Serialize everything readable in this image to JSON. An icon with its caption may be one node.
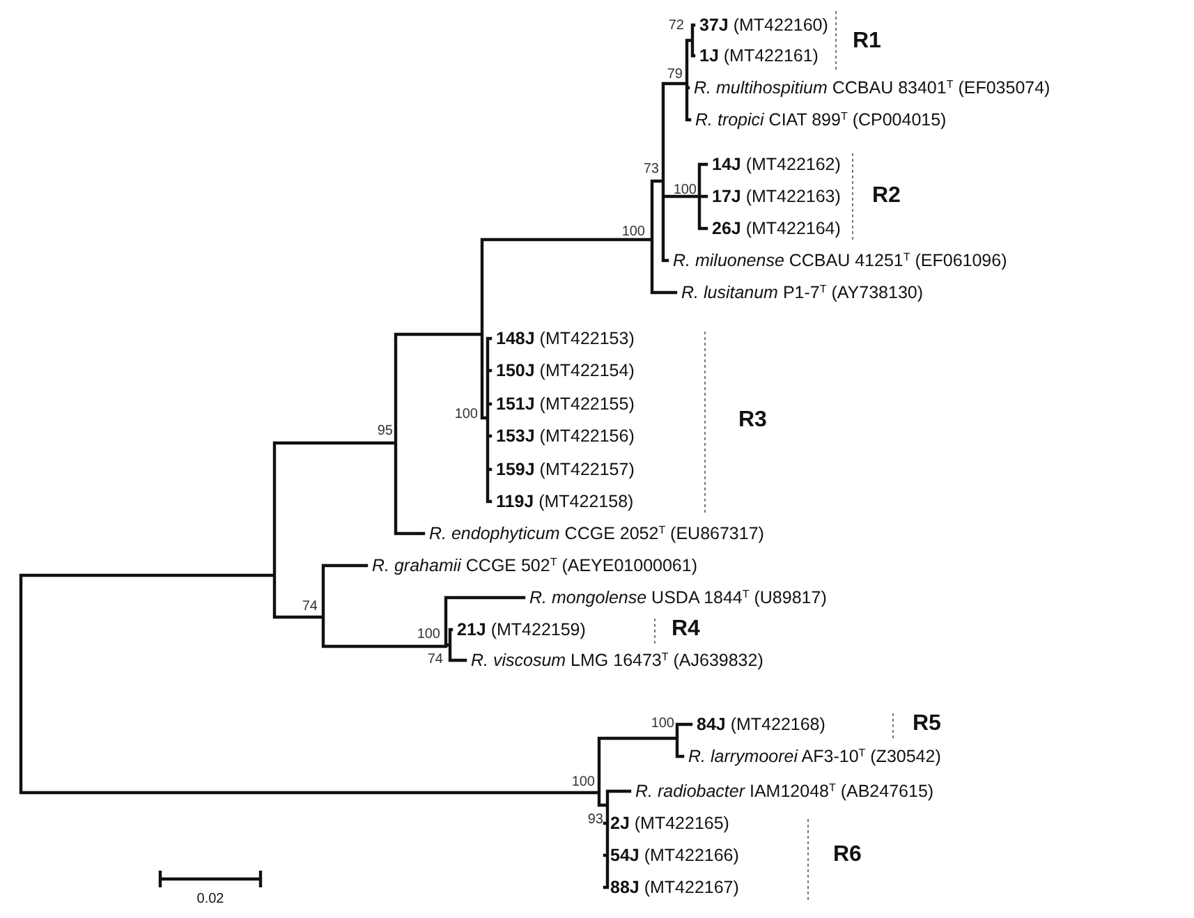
{
  "diagram": {
    "labels": [
      "**37J** (MT422160)",
      "**1J** (MT422161)",
      "*R. multihospitium* CCBAU 83401$^{T}$ (EF035074)",
      "*R. tropici* CIAT 899$^{T}$ (CP004015)",
      "**14J** (MT422162)",
      "**17J** (MT422163)",
      "**26J** (MT422164)",
      "*R. miluonense* CCBAU 41251$^{T}$ (EF061096)",
      "*R. lusitanum* P1-7$^{T}$ (AY738130)",
      "**148J** (MT422153)",
      "**150J** (MT422154)",
      "**151J** (MT422155)",
      "**153J** (MT422156)",
      "**159J** (MT422157)",
      "**119J** (MT422158)",
      "*R. endophyticum* CCGE 2052$^{T}$ (EU867317)",
      "*R. grahamii* CCGE 502$^{T}$ (AEYE01000061)",
      "*R. mongolense* USDA 1844$^{T}$ (U89817)",
      "**21J** (MT422159)",
      "*R. viscosum* LMG 16473$^{T}$ (AJ639832)",
      "**84J** (MT422168)",
      "*R. larrymoorei* AF3-10$^{T}$ (Z30542)",
      "*R. radiobacter* IAM12048$^{T}$ (AB247615)",
      "**2J** (MT422165)",
      "**54J** (MT422166)",
      "**88J** (MT422167)",
      "72",
      "79",
      "73",
      "100",
      "100",
      "100",
      "95",
      "74",
      "100",
      "74",
      "100",
      "100",
      "93",
      "R1",
      "R2",
      "R3",
      "R4",
      "R5",
      "R6",
      "0.02"
    ]
  }
}
